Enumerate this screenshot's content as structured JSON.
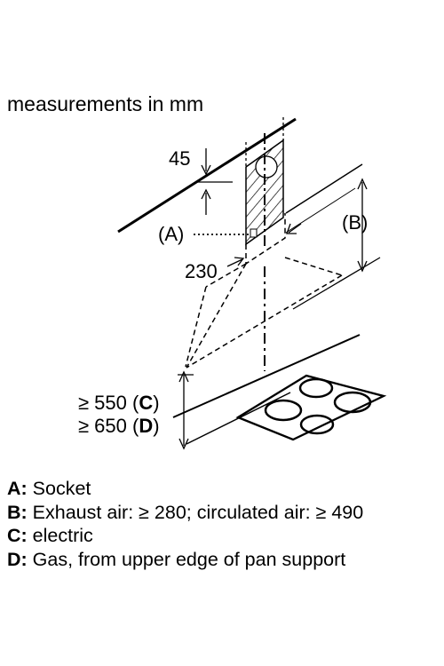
{
  "heading": "measurements in mm",
  "dimensions": {
    "d45": "45",
    "d230": "230",
    "callout_a": "(A)",
    "callout_b": "(B)",
    "min_c_value": "≥ 550 (",
    "min_c_key": "C",
    "min_d_value": "≥ 650 (",
    "min_d_key": "D",
    "close_paren": ")"
  },
  "legend": [
    {
      "key": "A:",
      "text": " Socket"
    },
    {
      "key": "B:",
      "text": " Exhaust air: ≥ 280; circulated air: ≥ 490"
    },
    {
      "key": "C:",
      "text": " electric"
    },
    {
      "key": "D:",
      "text": " Gas, from upper edge of pan support"
    }
  ]
}
